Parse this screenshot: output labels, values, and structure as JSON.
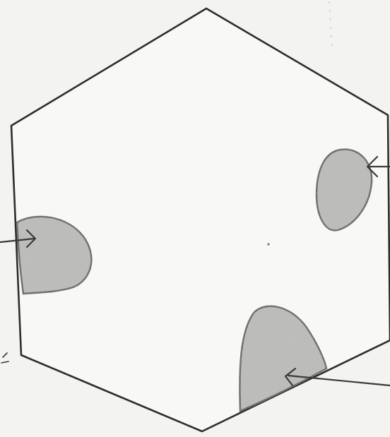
{
  "diagram": {
    "description_kind": "hand-drawn hexagon with three shaded regions on its boundary, each indicated by an arrow",
    "colors": {
      "paper": "#f3f3f1",
      "ink": "#2d2d2d",
      "shading": "#b9b9b6"
    },
    "regions": [
      {
        "id": "left",
        "shaded": true,
        "has_arrow": true
      },
      {
        "id": "upper-right",
        "shaded": true,
        "has_arrow": true
      },
      {
        "id": "lower-right",
        "shaded": true,
        "has_arrow": true
      }
    ]
  }
}
